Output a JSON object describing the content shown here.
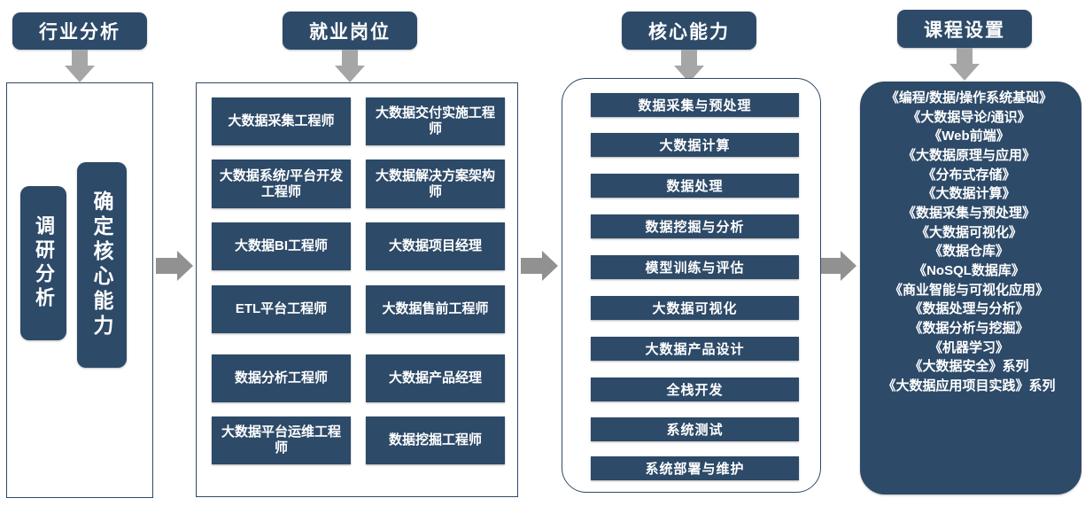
{
  "theme": {
    "primary": "#2d4a68",
    "arrow_grey": "#a6a6a6",
    "arrow_grey_dark": "#919191",
    "text_on_primary": "#ffffff",
    "page_bg": "#ffffff"
  },
  "headers": [
    {
      "id": "industry-analysis",
      "label": "行业分析"
    },
    {
      "id": "employment-positions",
      "label": "就业岗位"
    },
    {
      "id": "core-abilities",
      "label": "核心能力"
    },
    {
      "id": "course-setup",
      "label": "课程设置"
    }
  ],
  "column1": {
    "name": "industry-analysis-panel",
    "chips": [
      {
        "id": "research-analysis",
        "label": "调研分析"
      },
      {
        "id": "determine-core-ability",
        "label": "确定核心能力"
      }
    ]
  },
  "column2": {
    "name": "employment-positions-panel",
    "jobs_left": [
      "大数据采集工程师",
      "大数据系统/平台开发工程师",
      "大数据BI工程师",
      "ETL平台工程师",
      "数据分析工程师",
      "大数据平台运维工程师"
    ],
    "jobs_right": [
      "大数据交付实施工程师",
      "大数据解决方案架构师",
      "大数据项目经理",
      "大数据售前工程师",
      "大数据产品经理",
      "数据挖掘工程师"
    ]
  },
  "column3": {
    "name": "core-abilities-panel",
    "abilities": [
      "数据采集与预处理",
      "大数据计算",
      "数据处理",
      "数据挖掘与分析",
      "模型训练与评估",
      "大数据可视化",
      "大数据产品设计",
      "全栈开发",
      "系统测试",
      "系统部署与维护"
    ]
  },
  "column4": {
    "name": "course-setup-panel",
    "courses": [
      "《编程/数据/操作系统基础》",
      "《大数据导论/通识》",
      "《Web前端》",
      "《大数据原理与应用》",
      "《分布式存储》",
      "《大数据计算》",
      "《数据采集与预处理》",
      "《大数据可视化》",
      "《数据仓库》",
      "《NoSQL数据库》",
      "《商业智能与可视化应用》",
      "《数据处理与分析》",
      "《数据分析与挖掘》",
      "《机器学习》",
      "《大数据安全》系列",
      "《大数据应用项目实践》系列"
    ]
  }
}
